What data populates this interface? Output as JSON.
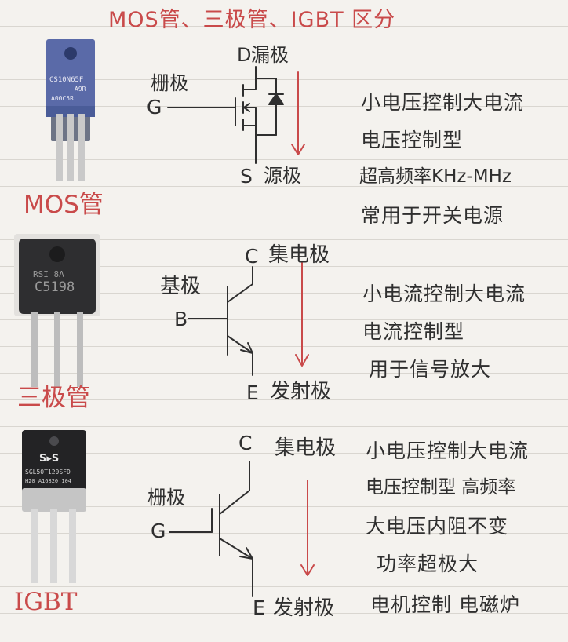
{
  "title": "MOS管、三极管、IGBT 区分",
  "colors": {
    "red_ink": "#c94a4a",
    "dark_ink": "#2f2f2f",
    "paper": "#f4f2ee",
    "rule_line": "#d9d6d0"
  },
  "mos": {
    "part_marking": [
      "CS10N65F",
      "A9R",
      "A00C5R"
    ],
    "part_name": "MOS管",
    "pin_d": "D",
    "pin_d_name": "漏极",
    "pin_g_name": "栅极",
    "pin_g": "G",
    "pin_s": "S",
    "pin_s_name": "源极",
    "notes": [
      "小电压控制大电流",
      "电压控制型",
      "超高频率KHz-MHz",
      "常用于开关电源"
    ]
  },
  "bjt": {
    "part_marking": [
      "RSI 8A",
      "C5198"
    ],
    "part_name": "三极管",
    "pin_c": "C",
    "pin_c_name": "集电极",
    "pin_b_name": "基极",
    "pin_b": "B",
    "pin_e": "E",
    "pin_e_name": "发射极",
    "notes": [
      "小电流控制大电流",
      "电流控制型",
      "用于信号放大"
    ]
  },
  "igbt": {
    "part_marking": [
      "S▸S",
      "SGL50T120SFD",
      "H20 A16820 104"
    ],
    "part_name": "IGBT",
    "pin_c": "C",
    "pin_c_name": "集电极",
    "pin_g_name": "栅极",
    "pin_g": "G",
    "pin_e": "E",
    "pin_e_name": "发射极",
    "notes": [
      "小电压控制大电流",
      "电压控制型 高频率",
      "大电压内阻不变",
      "功率超极大",
      "电机控制 电磁炉"
    ]
  }
}
